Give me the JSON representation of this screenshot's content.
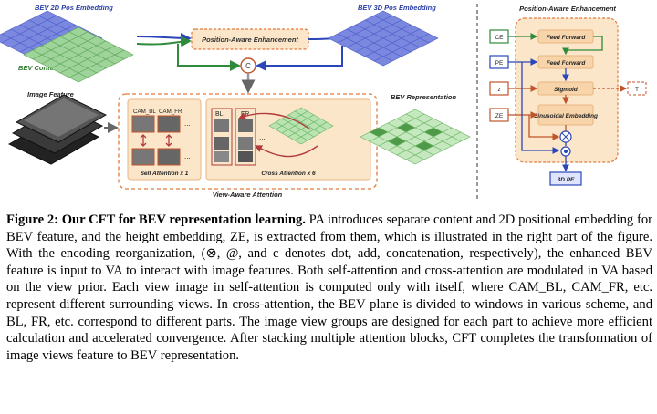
{
  "figure": {
    "labels": {
      "bev_2d_pos": "BEV 2D Pos Embedding",
      "bev_content": "BEV Content Embedding",
      "pos_aware_box": "Position-Aware Enhancement",
      "bev_3d_pos": "BEV 3D Pos Embedding",
      "concat_symbol": "C",
      "image_feature": "Image Feature",
      "cam_bl": "CAM_BL",
      "cam_fr": "CAM_FR",
      "ellipsis": "...",
      "self_attention": "Self Attention x 1",
      "bl": "BL",
      "fr": "FR",
      "cross_attention": "Cross Attention x 6",
      "view_aware": "View-Aware Attention",
      "bev_representation": "BEV Representation"
    },
    "pa_panel": {
      "title": "Position-Aware Enhancement",
      "inputs": [
        "CE",
        "PE",
        "z",
        "ZE"
      ],
      "blocks": [
        "Feed Forward",
        "Feed Forward",
        "Sigmoid",
        "Sinusoidal Embedding"
      ],
      "output": "3D PE",
      "side_output": "T"
    }
  },
  "caption": {
    "label": "Figure 2: Our CFT for BEV representation learning.",
    "body": " PA introduces separate content and 2D positional embedding for BEV feature, and the height embedding, ZE, is extracted from them, which is illustrated in the right part of the figure. With the encoding reorganization, (⊗, @, and c denotes dot, add, concatenation, respectively), the enhanced BEV feature is input to VA to interact with image features. Both self-attention and cross-attention are modulated in VA based on the view prior. Each view image in self-attention is computed only with itself, where CAM_BL, CAM_FR, etc. represent different surrounding views. In cross-attention, the BEV plane is divided to windows in various scheme, and BL, FR, etc. correspond to different parts. The image view groups are designed for each part to achieve more efficient calculation and accelerated convergence. After stacking multiple attention blocks, CFT completes the transformation of image views feature to BEV representation."
  },
  "colors": {
    "blue_grid": "#7b88e0",
    "green_grid": "#9ed39a",
    "box_fill": "#fbe6c9",
    "box_border": "#e07a3c",
    "green_arrow": "#2f8a3a",
    "blue_arrow": "#2a46b8",
    "crimson": "#b23a3a",
    "label_blue": "#2b3fa8",
    "label_green": "#2f7a2f"
  }
}
